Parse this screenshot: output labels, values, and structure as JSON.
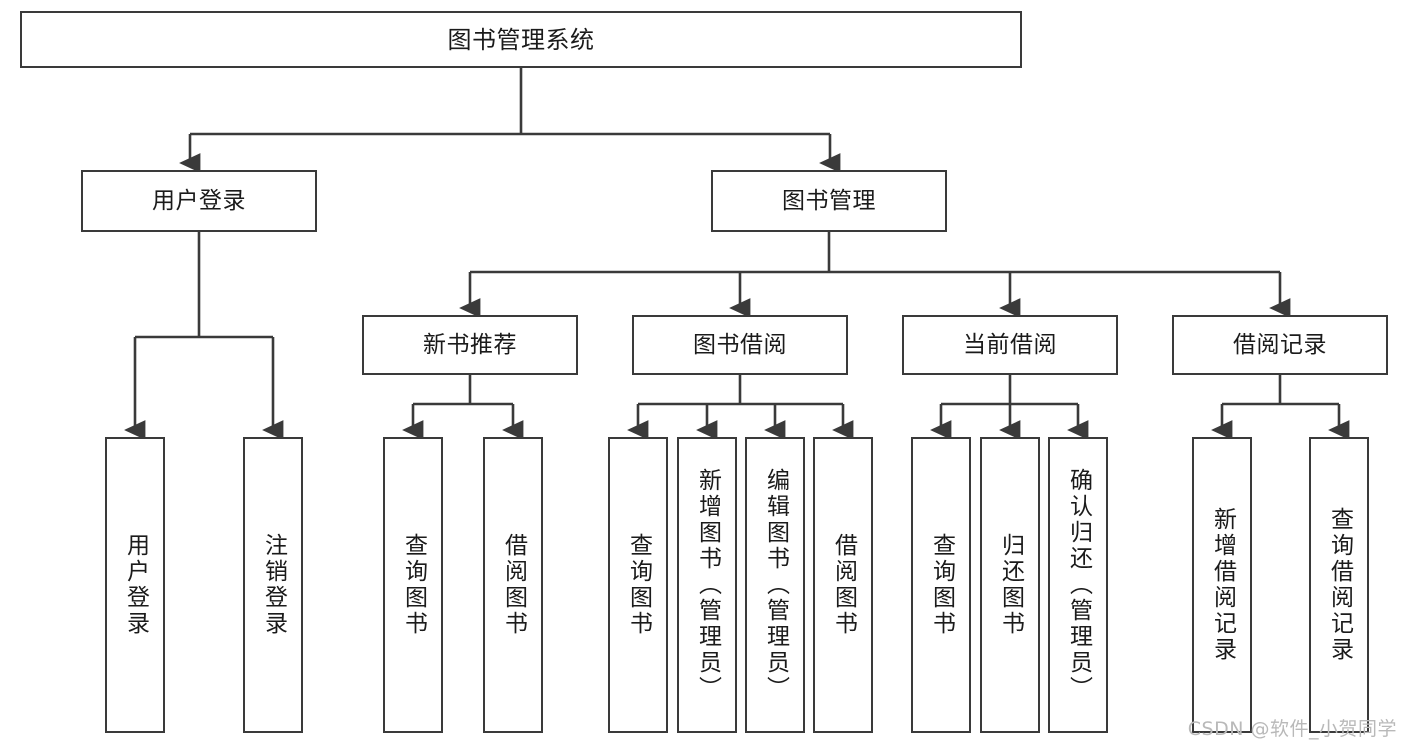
{
  "diagram": {
    "type": "tree",
    "title": "图书管理系统",
    "orientation": "top-down",
    "colors": {
      "box_border": "#3a3a3a",
      "box_fill": "#ffffff",
      "edge": "#3a3a3a",
      "text": "#1b1b1b",
      "watermark": "#b9b9b9",
      "background": "#ffffff"
    }
  },
  "root": {
    "label": "图书管理系统"
  },
  "level2": [
    {
      "label": "用户登录"
    },
    {
      "label": "图书管理"
    }
  ],
  "level3": [
    {
      "label": "新书推荐"
    },
    {
      "label": "图书借阅"
    },
    {
      "label": "当前借阅"
    },
    {
      "label": "借阅记录"
    }
  ],
  "leaves": {
    "user_login": [
      {
        "label": "用户登录"
      },
      {
        "label": "注销登录"
      }
    ],
    "new_book_recommend": [
      {
        "label": "查询图书"
      },
      {
        "label": "借阅图书"
      }
    ],
    "book_borrow": [
      {
        "label": "查询图书"
      },
      {
        "label": "新增图书（管理员）"
      },
      {
        "label": "编辑图书（管理员）"
      },
      {
        "label": "借阅图书"
      }
    ],
    "current_borrow": [
      {
        "label": "查询图书"
      },
      {
        "label": "归还图书"
      },
      {
        "label": "确认归还（管理员）"
      }
    ],
    "borrow_record": [
      {
        "label": "新增借阅记录"
      },
      {
        "label": "查询借阅记录"
      }
    ]
  },
  "watermark": {
    "text": "CSDN @软件_小贺同学"
  }
}
